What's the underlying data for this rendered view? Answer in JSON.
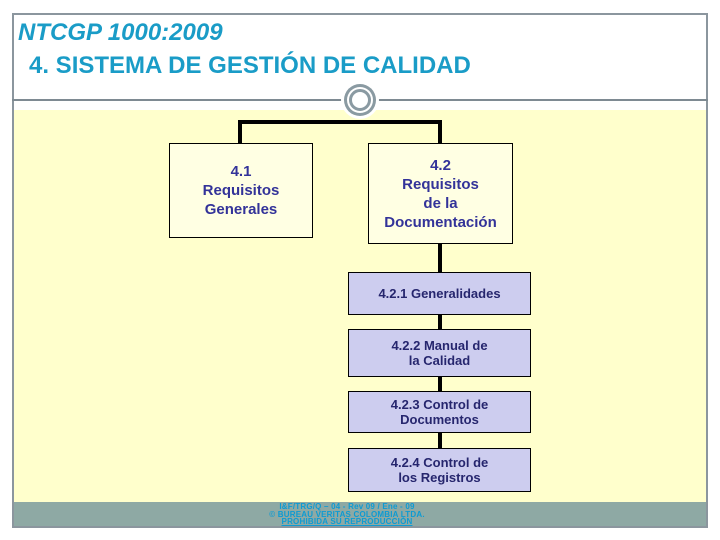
{
  "slide": {
    "title": "NTCGP 1000:2009",
    "subtitle": "4. SISTEMA DE GESTIÓN DE CALIDAD"
  },
  "diagram": {
    "level1": [
      {
        "lines": [
          "4.1",
          "Requisitos",
          "Generales"
        ]
      },
      {
        "lines": [
          "4.2",
          "Requisitos",
          "de la",
          "Documentación"
        ]
      }
    ],
    "level2": [
      {
        "lines": [
          "4.2.1 Generalidades"
        ]
      },
      {
        "lines": [
          "4.2.2 Manual de",
          "la Calidad"
        ]
      },
      {
        "lines": [
          "4.2.3 Control de",
          "Documentos"
        ]
      },
      {
        "lines": [
          "4.2.4 Control de",
          "los Registros"
        ]
      }
    ]
  },
  "footer": {
    "doc_code": "I&F/TRG/Q – 04 - Rev 09 / Ene - 09",
    "copyright": "© BUREAU VERITAS COLOMBIA LTDA.",
    "prohibition": "PROHIBIDA SU REPRODUCCIÓN"
  },
  "colors": {
    "header_text": "#1A9CC7",
    "body_bg": "#FFFFCC",
    "level1_box_bg": "#FFFFE3",
    "level2_box_bg": "#CDCDEF",
    "level1_box_text": "#333399",
    "level2_box_text": "#26266E",
    "connector": "#000000",
    "footer_bar_bg": "#8EA9A4",
    "footer_text": "#0D9BD3",
    "frame_border": "#8B969E"
  }
}
